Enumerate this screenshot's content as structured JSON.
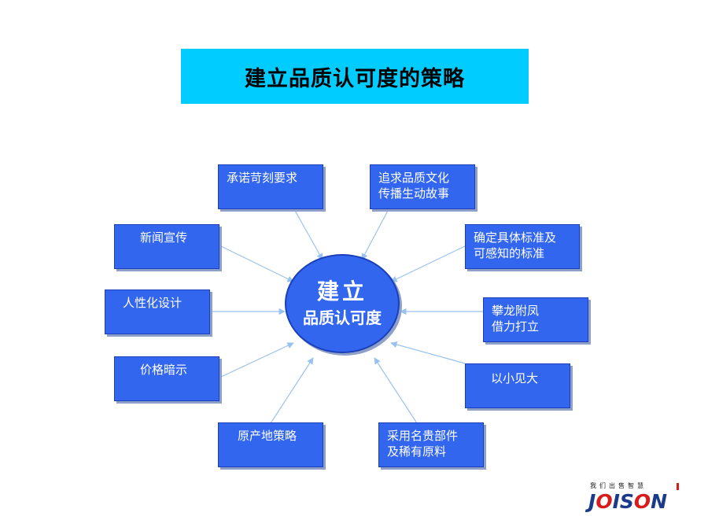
{
  "title": "建立品质认可度的策略",
  "center": {
    "line1": "建立",
    "line2": "品质认可度"
  },
  "nodes": [
    {
      "id": "commit",
      "text": "承诺苛刻要求"
    },
    {
      "id": "culture",
      "text": "追求品质文化\n传播生动故事"
    },
    {
      "id": "news",
      "text": "新闻宣传"
    },
    {
      "id": "standard",
      "text": "确定具体标准及\n可感知的标准"
    },
    {
      "id": "human",
      "text": "人性化设计"
    },
    {
      "id": "leverage",
      "text": "攀龙附凤\n借力打立"
    },
    {
      "id": "price",
      "text": "价格暗示"
    },
    {
      "id": "small",
      "text": "以小见大"
    },
    {
      "id": "origin",
      "text": "原产地策略"
    },
    {
      "id": "parts",
      "text": "采用名贵部件\n及稀有原料"
    }
  ],
  "logo": {
    "tagline": "我们出售智慧",
    "brand_j": "J",
    "brand_o": "O",
    "brand_rest": "IS",
    "brand_o2": "O",
    "brand_n": "N"
  },
  "colors": {
    "title_bg": "#00ccff",
    "node_fill": "#3366ee",
    "connector": "#99c2ee"
  }
}
